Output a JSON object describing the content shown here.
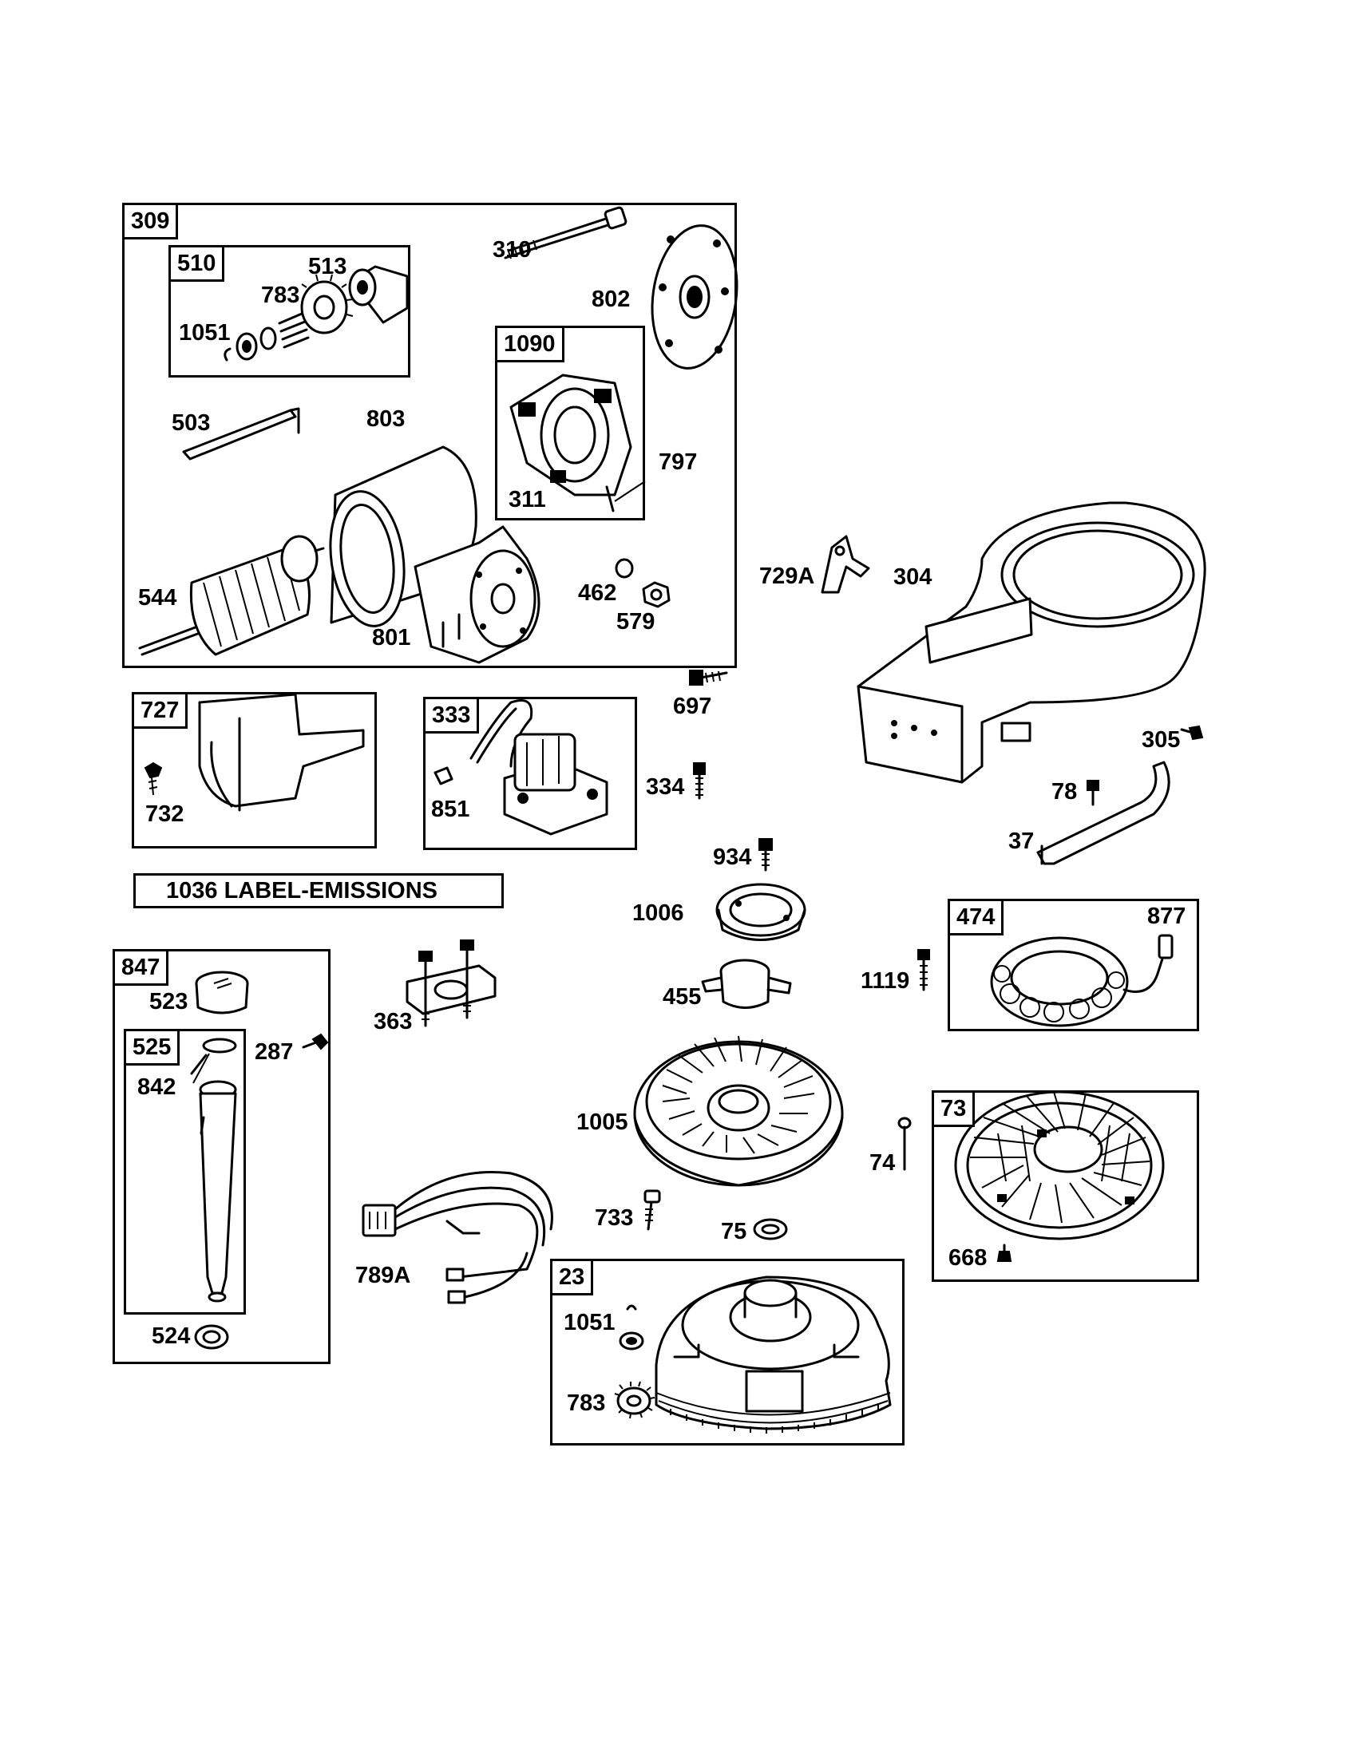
{
  "boxes": {
    "b309": "309",
    "b510": "510",
    "b1090": "1090",
    "b727": "727",
    "b333": "333",
    "b847": "847",
    "b525": "525",
    "b474": "474",
    "b73": "73",
    "b23": "23"
  },
  "label_box": "1036 LABEL-EMISSIONS",
  "parts": {
    "p310": "310",
    "p513": "513",
    "p783a": "783",
    "p1051a": "1051",
    "p802": "802",
    "p503": "503",
    "p803": "803",
    "p797": "797",
    "p311": "311",
    "p544": "544",
    "p462": "462",
    "p801": "801",
    "p579": "579",
    "p729a": "729A",
    "p304": "304",
    "p697": "697",
    "p305": "305",
    "p732": "732",
    "p851": "851",
    "p334": "334",
    "p78": "78",
    "p37": "37",
    "p934": "934",
    "p1006": "1006",
    "p877": "877",
    "p523": "523",
    "p287": "287",
    "p842": "842",
    "p363": "363",
    "p455": "455",
    "p1119": "1119",
    "p1005": "1005",
    "p74": "74",
    "p733": "733",
    "p75": "75",
    "p789a": "789A",
    "p668": "668",
    "p524": "524",
    "p1051b": "1051",
    "p783b": "783"
  }
}
